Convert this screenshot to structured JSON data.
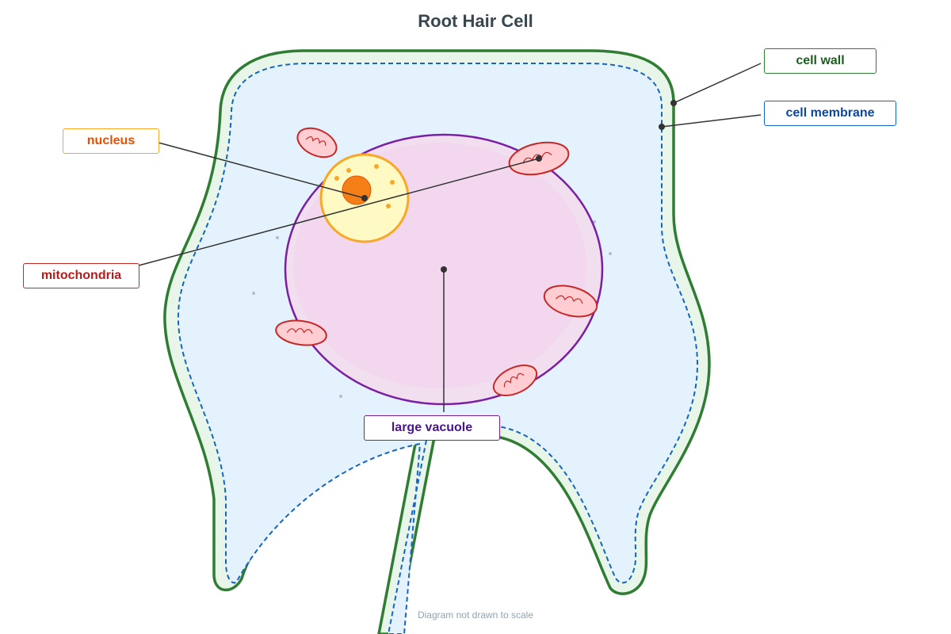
{
  "title": "Root Hair Cell",
  "footnote": "Diagram not drawn to scale",
  "labels": {
    "cell_wall": "cell wall",
    "cell_membrane": "cell membrane",
    "nucleus": "nucleus",
    "mitochondria": "mitochondria",
    "large_vacuole": "large vacuole"
  },
  "colors": {
    "cell_wall": "#2e7d32",
    "cell_wall_fill": "#e8f5e9",
    "cell_membrane": "#1565c0",
    "cytoplasm": "#e3f2fd",
    "vacuole_stroke": "#7b1fa2",
    "vacuole_fill": "#f3d7ee",
    "nucleus_stroke": "#f9a825",
    "nucleus_fill": "#fff9c4",
    "nucleolus": "#f57f17",
    "mitochondria_stroke": "#c62828",
    "mitochondria_fill": "#ffcdd2",
    "label_nucleus": "#e65100",
    "label_mitochondria": "#b71c1c",
    "label_vacuole": "#4a148c",
    "label_wall": "#1b5e20",
    "label_membrane": "#0d47a1",
    "leader": "#333333"
  }
}
